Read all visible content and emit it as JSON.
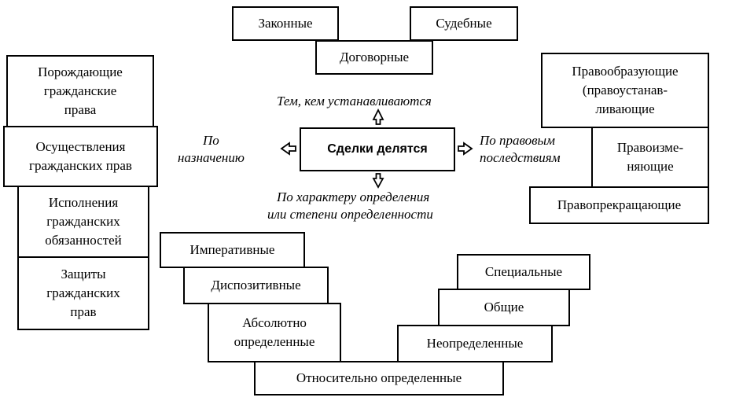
{
  "center": {
    "label": "Сделки делятся"
  },
  "criteria": {
    "top": "Тем, кем устанавливаются",
    "left_line1": "По",
    "left_line2": "назначению",
    "right_line1": "По правовым",
    "right_line2": "последствиям",
    "bottom_line1": "По характеру определения",
    "bottom_line2": "или степени определенности"
  },
  "by_author": {
    "lawful": "Законные",
    "judicial": "Судебные",
    "contractual": "Договорные"
  },
  "by_purpose": {
    "generating": [
      "Порождающие",
      "гражданские",
      "права"
    ],
    "exercising": [
      "Осуществления",
      "гражданских прав"
    ],
    "fulfilling": [
      "Исполнения",
      "гражданских",
      "обязанностей"
    ],
    "protecting": [
      "Защиты",
      "гражданских",
      "прав"
    ]
  },
  "by_consequences": {
    "forming": [
      "Правообразующие",
      "(правоустанав-",
      "ливающие"
    ],
    "changing": [
      "Правоизме-",
      "няющие"
    ],
    "terminating": "Правопрекращающие"
  },
  "by_definiteness": {
    "imperative": "Императивные",
    "dispositive": "Диспозитивные",
    "absolute": [
      "Абсолютно",
      "определенные"
    ],
    "relative": "Относительно определенные",
    "special": "Специальные",
    "general": "Общие",
    "indefinite": "Неопределенные"
  }
}
